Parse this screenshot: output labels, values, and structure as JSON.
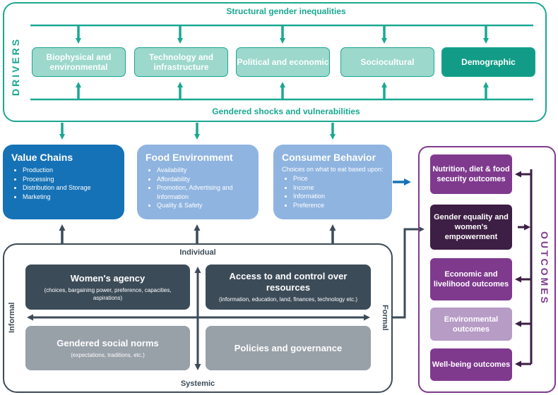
{
  "drivers": {
    "title": "DRIVERS",
    "top_label": "Structural gender inequalities",
    "bottom_label": "Gendered shocks  and vulnerabilities",
    "boxes": [
      "Biophysical and environmental",
      "Technology and infrastructure",
      "Political and economic",
      "Sociocultural",
      "Demographic"
    ]
  },
  "value_chains": {
    "title": "Value Chains",
    "items": [
      "Production",
      "Processing",
      "Distribution and Storage",
      "Marketing"
    ]
  },
  "food_environment": {
    "title": "Food Environment",
    "items": [
      "Availability",
      "Affordability",
      "Promotion,  Advertising and Information",
      "Quality & Safety"
    ]
  },
  "consumer_behavior": {
    "title": "Consumer Behavior",
    "subtitle": "Choices on what to eat based upon:",
    "items": [
      "Price",
      "Income",
      "Information",
      "Preference"
    ]
  },
  "agency_grid": {
    "axis": {
      "top": "Individual",
      "bottom": "Systemic",
      "left": "Informal",
      "right": "Formal"
    },
    "quadrants": {
      "agency": {
        "title": "Women's agency",
        "subtitle": "(choices, bargaining power, preference, capacities, aspirations)"
      },
      "access": {
        "title": "Access to and control over resources",
        "subtitle": "(information, education, land, finances, technology etc.)"
      },
      "norms": {
        "title": "Gendered social norms",
        "subtitle": "(expectations, traditions, etc.)"
      },
      "policy": {
        "title": "Policies and governance"
      }
    }
  },
  "outcomes": {
    "title": "OUTCOMES",
    "boxes": [
      "Nutrition, diet & food security outcomes",
      "Gender equality and women's empowerment",
      "Economic and livelihood outcomes",
      "Environmental outcomes",
      "Well-being outcomes"
    ]
  },
  "colors": {
    "teal": "#1aa892",
    "teal_light": "#9cd8cb",
    "blue_dark": "#1672b6",
    "blue_light": "#8fb4e0",
    "slate": "#3c4b58",
    "gray": "#98a0a8",
    "purple": "#7f3a8e",
    "purple_dark": "#3d1e44",
    "purple_light": "#b79cc6"
  }
}
